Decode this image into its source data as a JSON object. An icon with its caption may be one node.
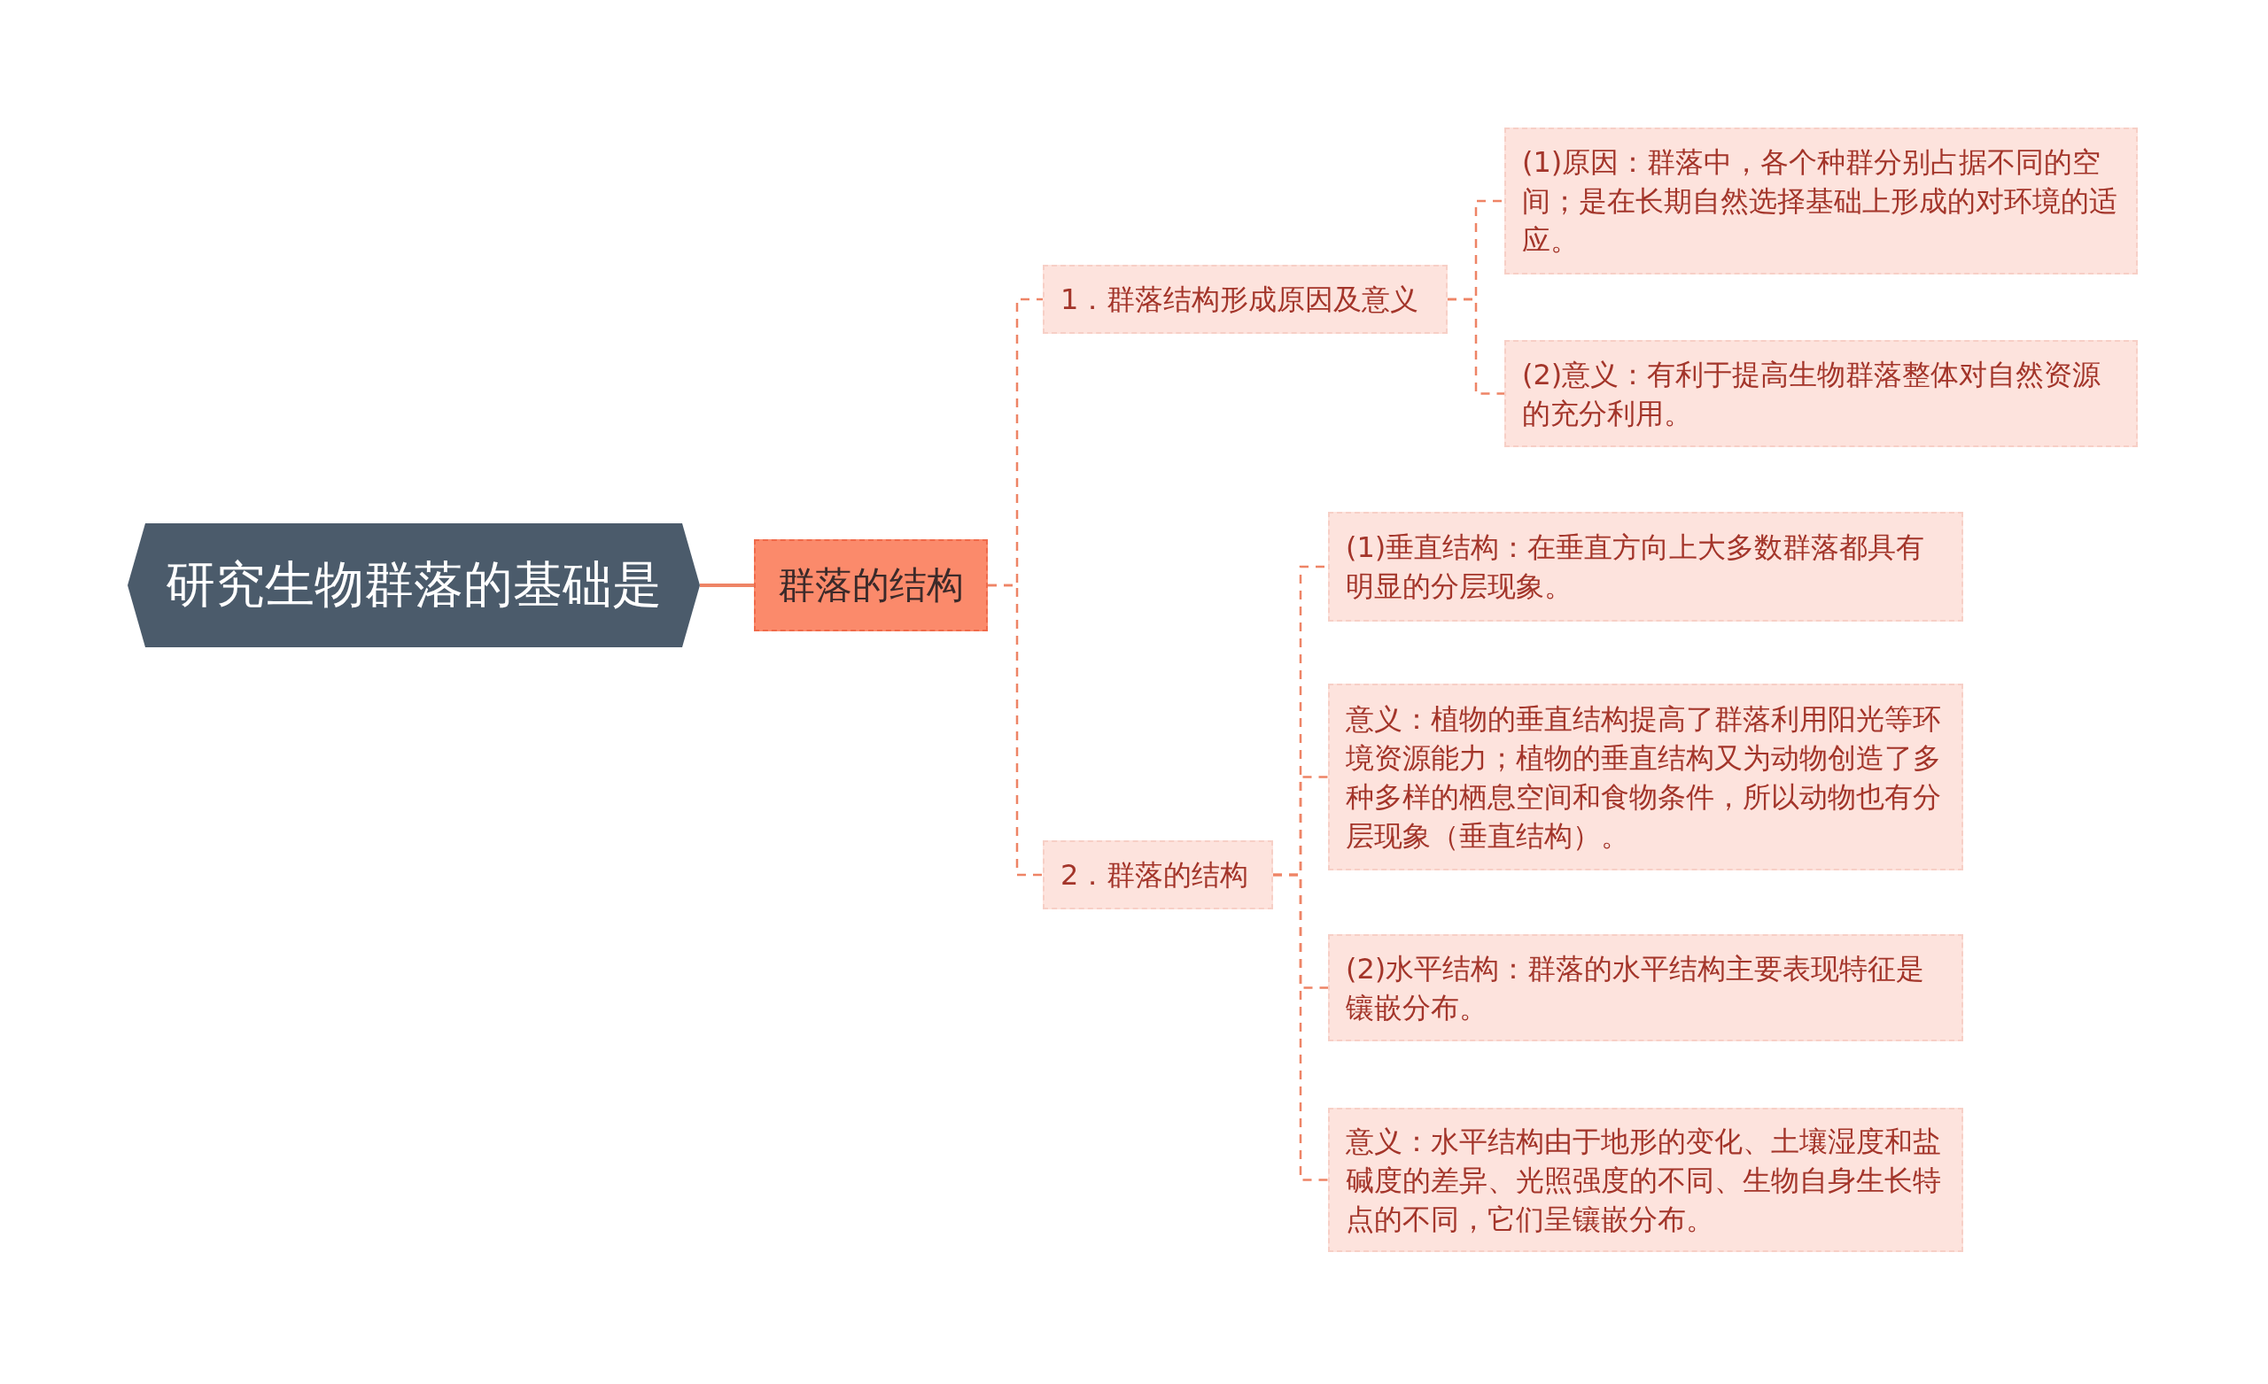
{
  "diagram": {
    "nodes": [
      {
        "text": [
          "研究生物群落的基础是"
        ]
      },
      {
        "text": [
          "群落的结构"
        ]
      },
      {
        "text": [
          "1．群落结构形成原因及意义"
        ]
      },
      {
        "text": [
          "(1)原因：群落中，各个种群分别占据不同的空间；是在长期自然选择基础上形成的对环境的适应。"
        ]
      },
      {
        "text": [
          "(2)意义：有利于提高生物群落整体对自然资源的充分利用。"
        ]
      },
      {
        "text": [
          "2．群落的结构"
        ]
      },
      {
        "text": [
          "(1)垂直结构：在垂直方向上大多数群落都具有明显的分层现象。"
        ]
      },
      {
        "text": [
          "意义：植物的垂直结构提高了群落利用阳光等环境资源能力；植物的垂直结构又为动物创造了多种多样的栖息空间和食物条件，所以动物也有分层现象（垂直结构）。"
        ]
      },
      {
        "text": [
          "(2)水平结构：群落的水平结构主要表现特征是镶嵌分布。"
        ]
      },
      {
        "text": [
          "意义：水平结构由于地形的变化、土壤湿度和盐碱度的差异、光照强度的不同、生物自身生长特点的不同，它们呈镶嵌分布。"
        ]
      }
    ],
    "edges": [
      {
        "from": 0,
        "to": 1,
        "arrow": "none"
      },
      {
        "from": 1,
        "to": 2,
        "arrow": "none",
        "style": "dashed"
      },
      {
        "from": 1,
        "to": 5,
        "arrow": "none",
        "style": "dashed"
      },
      {
        "from": 2,
        "to": 3,
        "arrow": "none",
        "style": "dashed"
      },
      {
        "from": 2,
        "to": 4,
        "arrow": "none",
        "style": "dashed"
      },
      {
        "from": 5,
        "to": 6,
        "arrow": "none",
        "style": "dashed"
      },
      {
        "from": 5,
        "to": 7,
        "arrow": "none",
        "style": "dashed"
      },
      {
        "from": 5,
        "to": 8,
        "arrow": "none",
        "style": "dashed"
      },
      {
        "from": 5,
        "to": 9,
        "arrow": "none",
        "style": "dashed"
      }
    ]
  }
}
